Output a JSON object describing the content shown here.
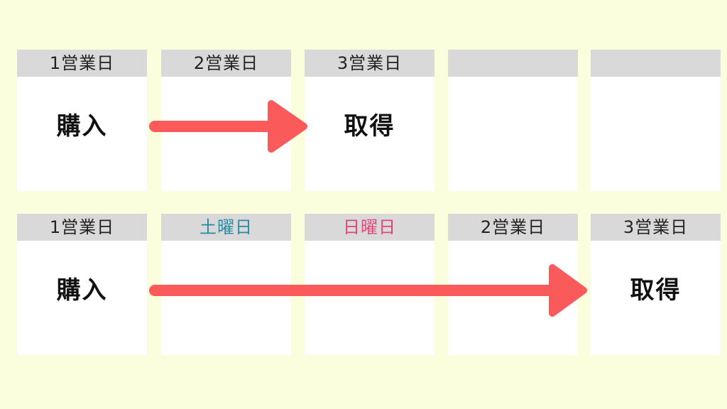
{
  "rows": [
    {
      "cells": [
        {
          "header": "1営業日",
          "label": "購入"
        },
        {
          "header": "2営業日",
          "label": ""
        },
        {
          "header": "3営業日",
          "label": "取得"
        },
        {
          "header": "",
          "label": ""
        },
        {
          "header": "",
          "label": ""
        }
      ]
    },
    {
      "cells": [
        {
          "header": "1営業日",
          "label": "購入"
        },
        {
          "header": "土曜日",
          "label": ""
        },
        {
          "header": "日曜日",
          "label": ""
        },
        {
          "header": "2営業日",
          "label": ""
        },
        {
          "header": "3営業日",
          "label": "取得"
        }
      ]
    }
  ],
  "colors": {
    "background": "#fafedc",
    "header": "#d9d9d9",
    "arrow": "#fa5a5a",
    "saturday": "#2a8ba0",
    "sunday": "#e0457b"
  }
}
